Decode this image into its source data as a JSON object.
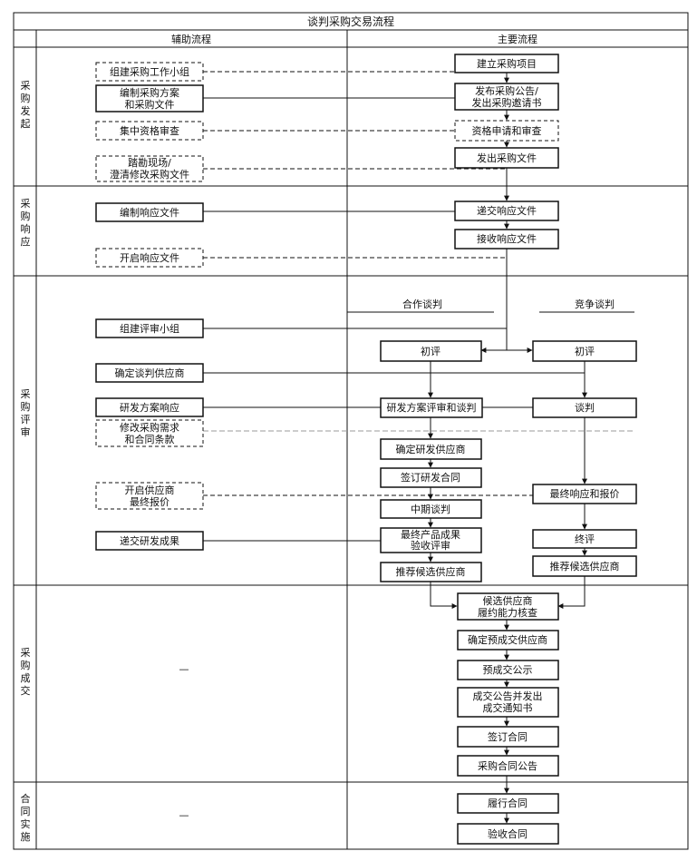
{
  "title": "谈判采购交易流程",
  "columns": {
    "auxiliary": "辅助流程",
    "main": "主要流程"
  },
  "stages": [
    {
      "id": "initiation",
      "label": "采购发起"
    },
    {
      "id": "response",
      "label": "采购响应"
    },
    {
      "id": "review",
      "label": "采购评审"
    },
    {
      "id": "deal",
      "label": "采购成交"
    },
    {
      "id": "contract",
      "label": "合同实施"
    }
  ],
  "branches": {
    "cooperative": "合作谈判",
    "competitive": "竞争谈判"
  },
  "empty_marker": "—",
  "aux_boxes": {
    "form_team": "组建采购工作小组",
    "prepare_plan": [
      "编制采购方案",
      "和采购文件"
    ],
    "central_qual": "集中资格审查",
    "site_visit": [
      "踏勘现场/",
      "澄清修改采购文件"
    ],
    "prepare_response": "编制响应文件",
    "open_response": "开启响应文件",
    "form_review_team": "组建评审小组",
    "determine_supplier": "确定谈判供应商",
    "rd_response": "研发方案响应",
    "modify_req": [
      "修改采购需求",
      "和合同条款"
    ],
    "open_final_quote": [
      "开启供应商",
      "最终报价"
    ],
    "submit_rd": "递交研发成果"
  },
  "main_boxes": {
    "establish_project": "建立采购项目",
    "publish_notice": [
      "发布采购公告/",
      "发出采购邀请书"
    ],
    "qual_apply": "资格申请和审查",
    "issue_docs": "发出采购文件",
    "submit_response": "递交响应文件",
    "receive_response": "接收响应文件",
    "coop_initial": "初评",
    "coop_rd_review": "研发方案评审和谈判",
    "coop_determine_rd": "确定研发供应商",
    "coop_sign_rd": "签订研发合同",
    "coop_midterm": "中期谈判",
    "coop_final_accept": [
      "最终产品成果",
      "验收评审"
    ],
    "coop_recommend": "推荐候选供应商",
    "comp_initial": "初评",
    "comp_negotiate": "谈判",
    "comp_final_response": "最终响应和报价",
    "comp_final_review": "终评",
    "comp_recommend": "推荐候选供应商",
    "candidate_check": [
      "候选供应商",
      "履约能力核查"
    ],
    "determine_pre": "确定预成交供应商",
    "pre_publicity": "预成交公示",
    "deal_notice": [
      "成交公告并发出",
      "成交通知书"
    ],
    "sign_contract": "签订合同",
    "contract_notice": "采购合同公告",
    "perform_contract": "履行合同",
    "accept_contract": "验收合同"
  }
}
